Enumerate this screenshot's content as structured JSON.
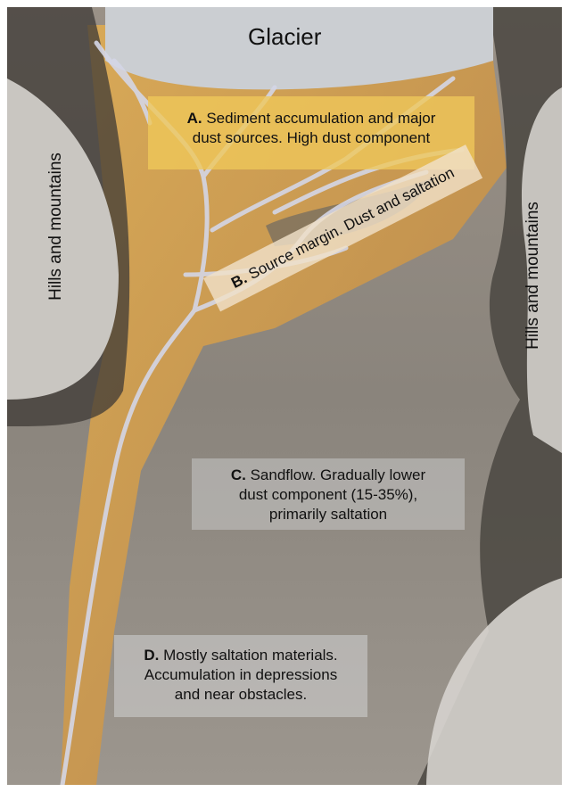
{
  "title": "Glacier",
  "side_labels": {
    "left": "Hills and mountains",
    "right": "Hills and mountains"
  },
  "zones": [
    {
      "letter": "A.",
      "text_line1": "Sediment accumulation  and major",
      "text_line2": "dust sources.  High dust component"
    },
    {
      "letter": "B.",
      "text_line1": "Source margin.  Dust and saltation"
    },
    {
      "letter": "C.",
      "text_line1": "Sandflow.  Gradually lower",
      "text_line2": "dust component (15-35%),",
      "text_line3": "primarily saltation"
    },
    {
      "letter": "D.",
      "text_line1": "Mostly saltation materials.",
      "text_line2": "Accumulation  in depressions",
      "text_line3": "and near obstacles."
    }
  ],
  "colors": {
    "glacier": "#c9ccd0",
    "sediment": "#d9a64a",
    "plain": "#8c857c",
    "hills": "#c4c1bc",
    "stream": "#d4d6e6"
  }
}
